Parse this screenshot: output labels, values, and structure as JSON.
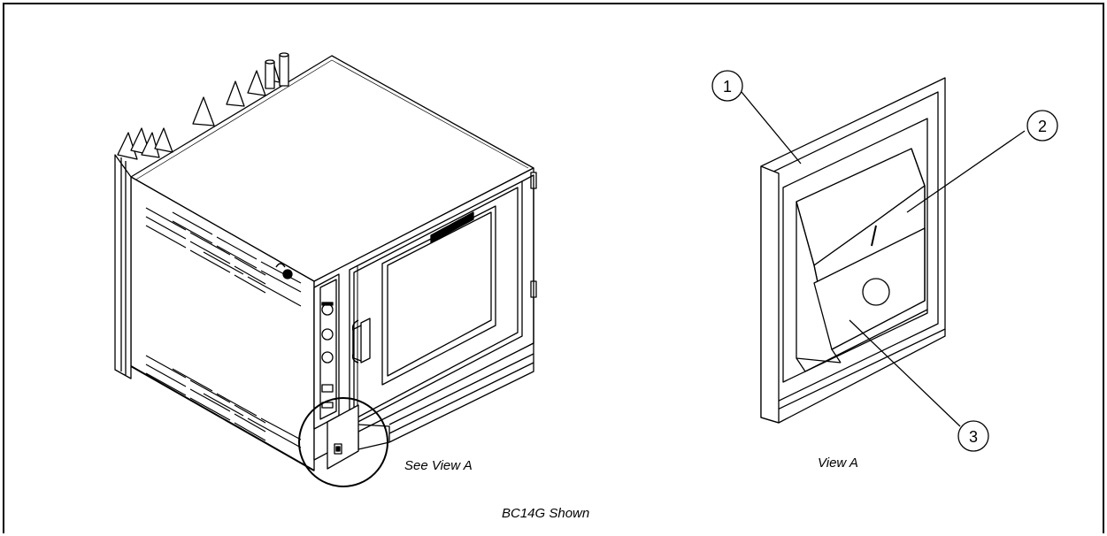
{
  "labels": {
    "see_view": "See View A",
    "view_a": "View A",
    "caption": "BC14G Shown"
  },
  "callouts": [
    "1",
    "2",
    "3"
  ],
  "colors": {
    "line": "#000000",
    "background": "#ffffff"
  }
}
